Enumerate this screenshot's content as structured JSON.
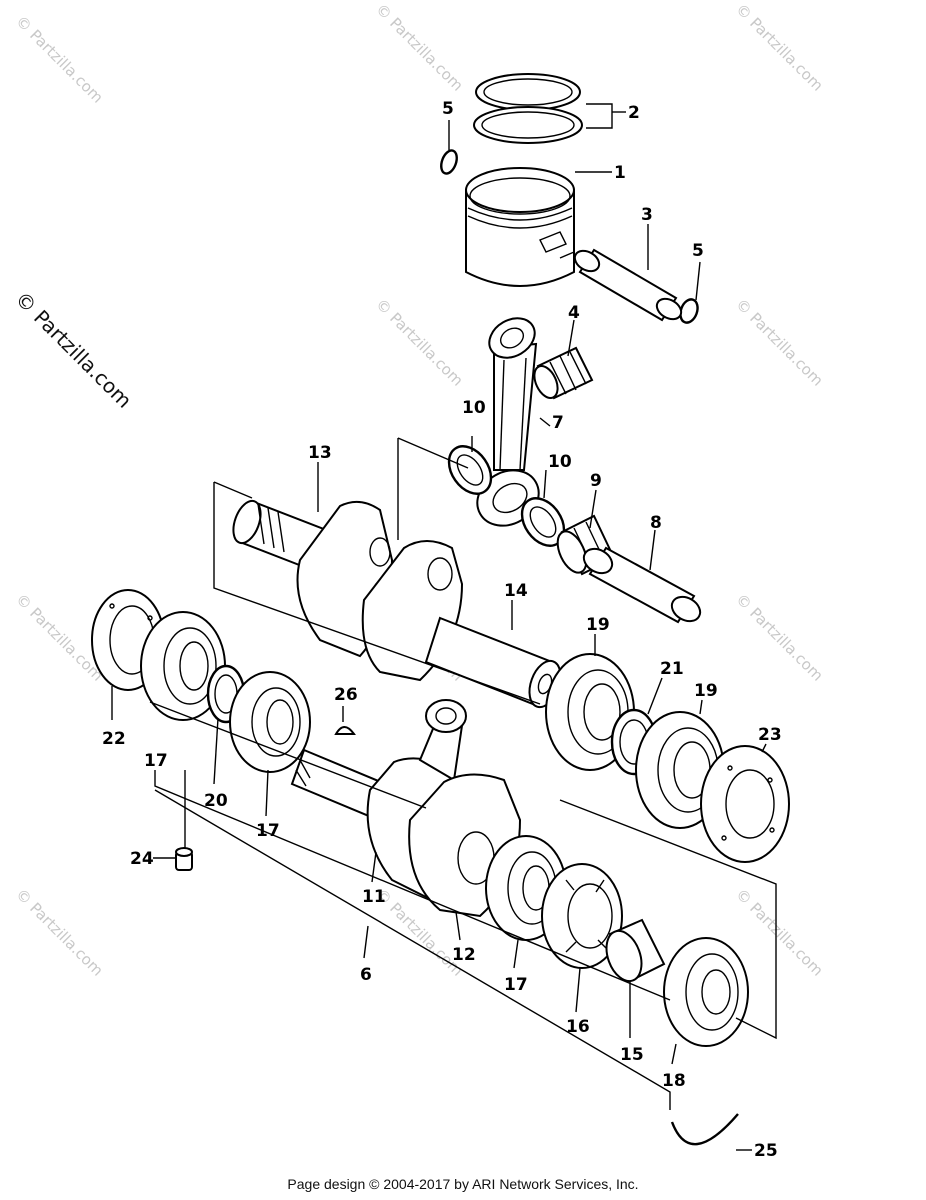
{
  "watermark_text": "© Partzilla.com",
  "side_watermark_text": "© Partzilla.com",
  "footer_text": "Page design © 2004-2017 by ARI Network Services, Inc.",
  "callouts": {
    "c1": "1",
    "c2": "2",
    "c3": "3",
    "c4": "4",
    "c5a": "5",
    "c5b": "5",
    "c6": "6",
    "c7": "7",
    "c8": "8",
    "c9": "9",
    "c10a": "10",
    "c10b": "10",
    "c11": "11",
    "c12": "12",
    "c13": "13",
    "c14": "14",
    "c15": "15",
    "c16": "16",
    "c17a": "17",
    "c17b": "17",
    "c17c": "17",
    "c18": "18",
    "c19a": "19",
    "c19b": "19",
    "c20": "20",
    "c21": "21",
    "c22": "22",
    "c23": "23",
    "c24": "24",
    "c25": "25",
    "c26": "26"
  }
}
